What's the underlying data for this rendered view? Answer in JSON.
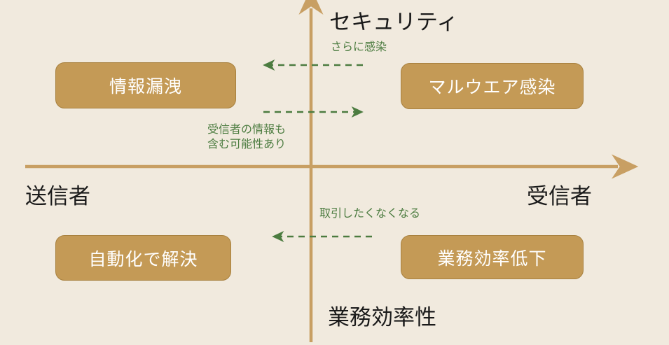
{
  "diagram": {
    "type": "quadrant-matrix",
    "background_color": "#F1EADE",
    "axes": {
      "vertical_top_label": "セキュリティ",
      "vertical_bottom_label": "業務効率性",
      "horizontal_left_label": "送信者",
      "horizontal_right_label": "受信者",
      "axis_color": "#C89F63"
    },
    "boxes": [
      {
        "id": "joho-roei",
        "label": "情報漏洩",
        "quadrant": "upper-left",
        "fill_color": "#C49A56",
        "border_color": "#A8813F",
        "text_color": "#FFFFFF"
      },
      {
        "id": "malware",
        "label": "マルウエア感染",
        "quadrant": "upper-right",
        "fill_color": "#C49A56",
        "border_color": "#A8813F",
        "text_color": "#FFFFFF"
      },
      {
        "id": "jidouka",
        "label": "自動化で解決",
        "quadrant": "lower-left",
        "fill_color": "#C49A56",
        "border_color": "#A8813F",
        "text_color": "#FFFFFF"
      },
      {
        "id": "gyoumu-teika",
        "label": "業務効率低下",
        "quadrant": "lower-right",
        "fill_color": "#C49A56",
        "border_color": "#A8813F",
        "text_color": "#FFFFFF"
      }
    ],
    "annotations": [
      {
        "id": "sarani-kansen",
        "text": "さらに感染",
        "color": "#4C7C40",
        "arrow_direction": "left"
      },
      {
        "id": "jushinsha-joho",
        "line1": "受信者の情報も",
        "line2": "含む可能性あり",
        "color": "#4C7C40",
        "arrow_direction": "right"
      },
      {
        "id": "torihiki",
        "text": "取引したくなくなる",
        "color": "#4C7C40",
        "arrow_direction": "left"
      }
    ]
  }
}
